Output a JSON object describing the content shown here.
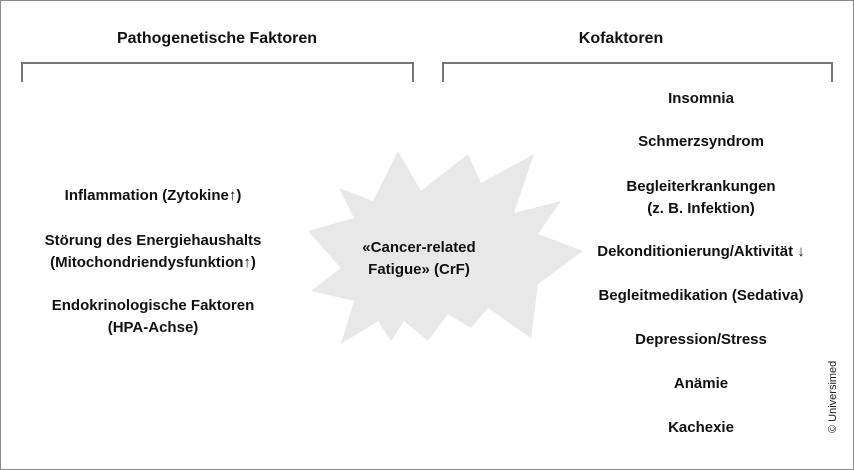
{
  "left_header": "Pathogenetische Faktoren",
  "right_header": "Kofaktoren",
  "center": {
    "line1": "«Cancer-related",
    "line2": "Fatigue» (CrF)"
  },
  "left_items": [
    {
      "line1": "Inflammation (Zytokine↑)",
      "line2": ""
    },
    {
      "line1": "Störung des Energiehaushalts",
      "line2": "(Mitochondriendysfunktion↑)"
    },
    {
      "line1": "Endokrinologische Faktoren",
      "line2": "(HPA-Achse)"
    }
  ],
  "right_items": [
    "Insomnia",
    "Schmerzsyndrom",
    "Begleiterkrankungen",
    "(z. B. Infektion)",
    "Dekonditionierung/Aktivität ↓",
    "Begleitmedikation (Sedativa)",
    "Depression/Stress",
    "Anämie",
    "Kachexie"
  ],
  "copyright": "© Universimed",
  "colors": {
    "star": "#e8e8e8",
    "bracket": "#777777"
  }
}
